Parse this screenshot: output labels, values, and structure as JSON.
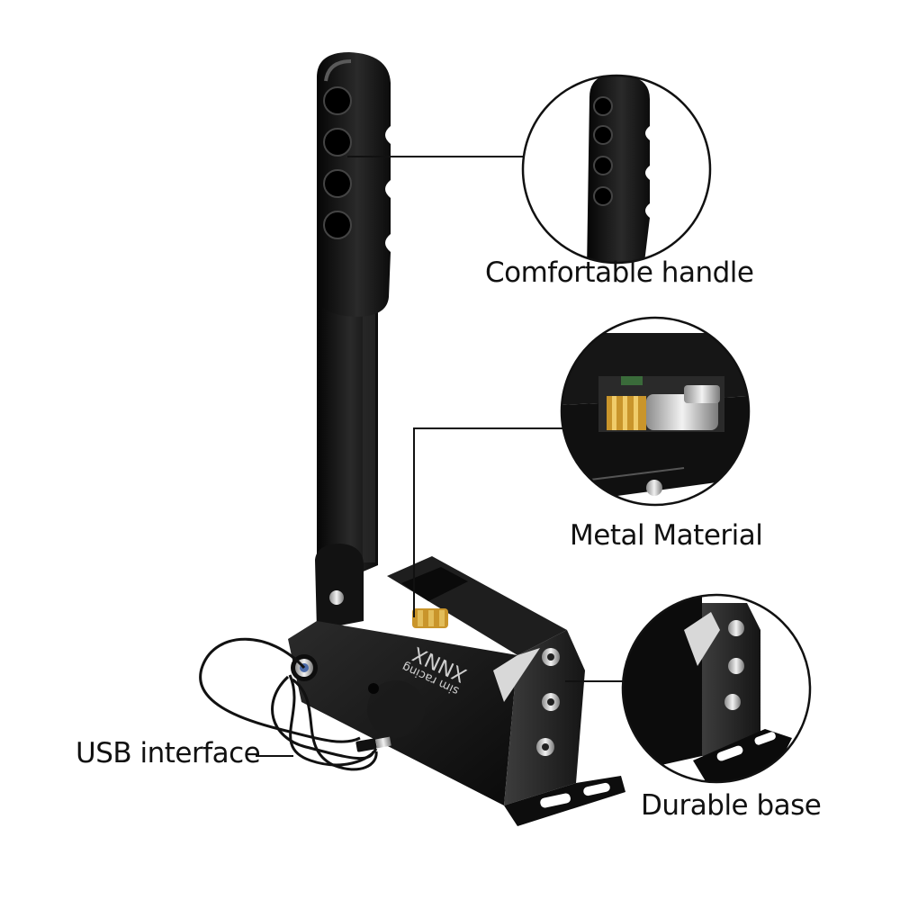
{
  "labels": {
    "comfortable_handle": "Comfortable handle",
    "metal_material": "Metal Material",
    "usb_interface": "USB interface",
    "durable_base": "Durable base"
  },
  "device_print": {
    "brand": "XNNX",
    "subtitle": "sim racing"
  },
  "colors": {
    "background": "#ffffff",
    "metal_black": "#141414",
    "metal_highlight": "#4a4a4a",
    "spring_gold": "#d8a12e",
    "callout_line": "#111111"
  },
  "icons": [
    "handbrake-lever",
    "spring-sensor-detail",
    "usb-cable",
    "mounting-bracket"
  ]
}
